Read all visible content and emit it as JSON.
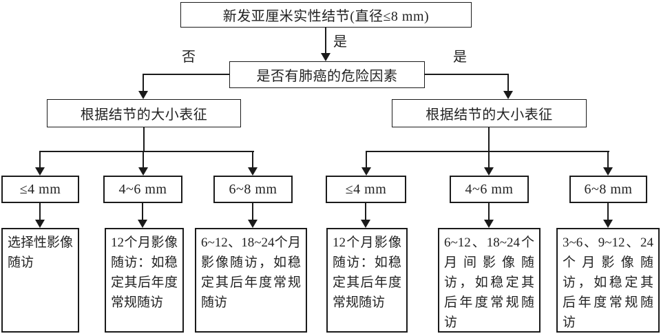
{
  "flowchart": {
    "root_label": "新发亚厘米实性结节(直径≤8 mm)",
    "decision_label": "是否有肺癌的危险因素",
    "edge_labels": {
      "root_to_decision": "是",
      "no_branch": "否",
      "yes_branch": "是"
    },
    "left_branch": {
      "header": "根据结节的大小表征",
      "sizes": [
        "≤4 mm",
        "4~6 mm",
        "6~8 mm"
      ],
      "outcomes": [
        "选择性影像随访",
        "12个月影像随访：如稳定其后年度常规随访",
        "6~12、18~24个月影像随访，如稳定其后年度常规随访"
      ]
    },
    "right_branch": {
      "header": "根据结节的大小表征",
      "sizes": [
        "≤4 mm",
        "4~6 mm",
        "6~8 mm"
      ],
      "outcomes": [
        "12个月影像随访：如稳定其后年度常规随访",
        "6~12、18~24个月间影像随访，如稳定其后年度常规随访",
        "3~6、9~12、24个月影像随访，如稳定其后年度常规随访"
      ]
    },
    "colors": {
      "line": "#1a1a1a",
      "text": "#222222",
      "background": "#ffffff"
    }
  }
}
